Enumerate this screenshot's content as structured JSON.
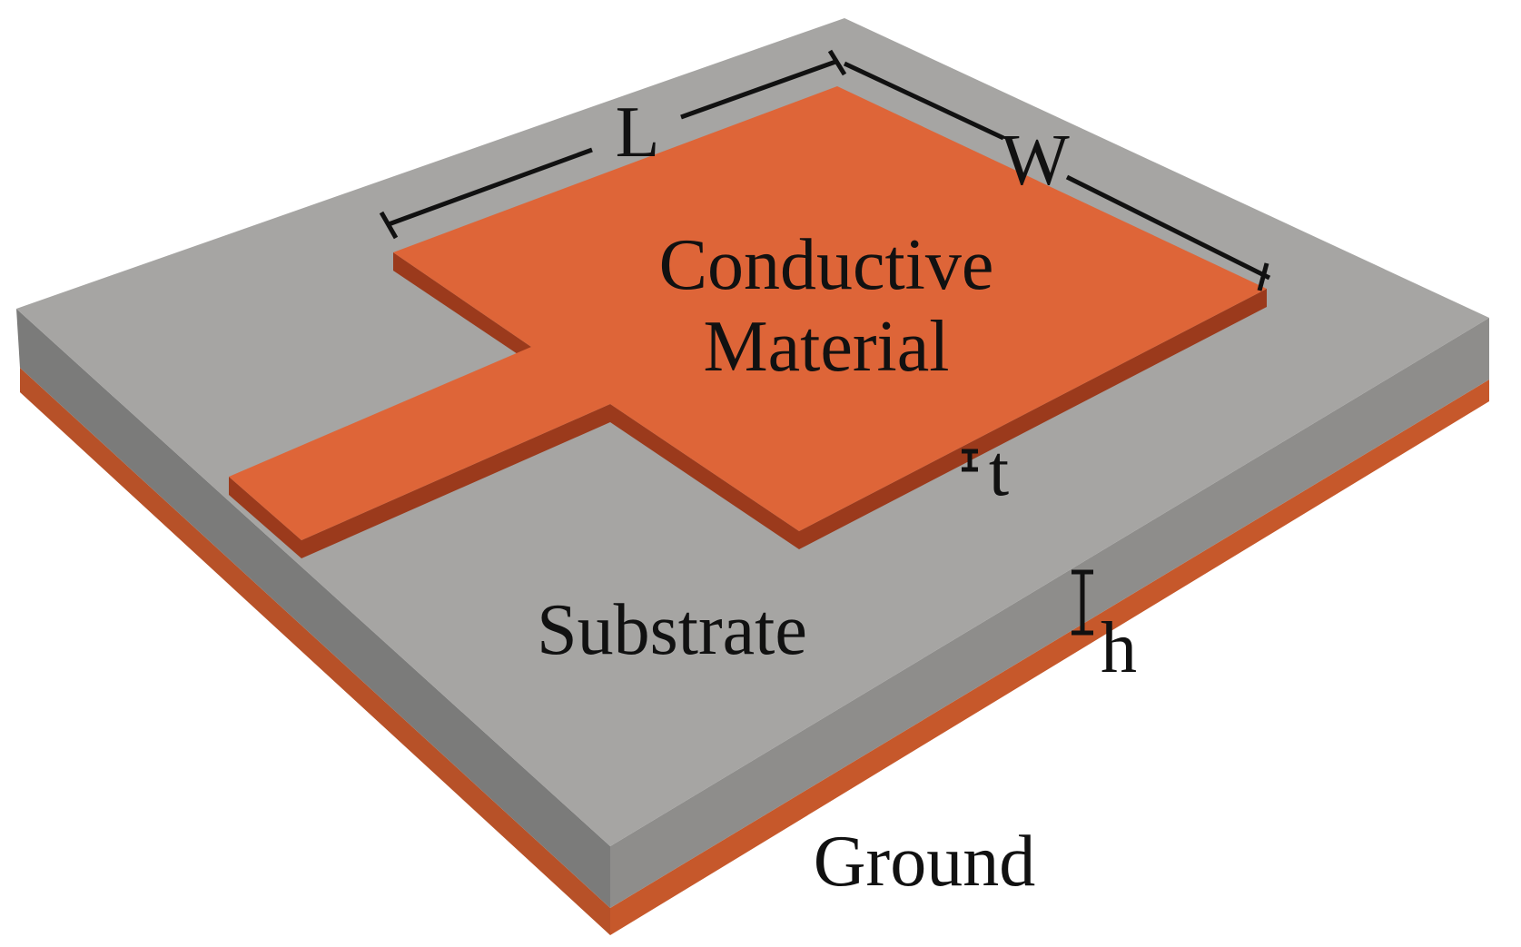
{
  "labels": {
    "conductive_line1": "Conductive",
    "conductive_line2": "Material",
    "substrate": "Substrate",
    "ground": "Ground",
    "length": "L",
    "width": "W",
    "thickness": "t",
    "height": "h"
  },
  "colors": {
    "substrate_top": "#a6a5a3",
    "substrate_side_left": "#7b7b7a",
    "substrate_side_right": "#8e8d8b",
    "conductor_top": "#de6538",
    "conductor_side": "#9b3a1c",
    "ground_left": "#b75128",
    "ground_right": "#c6582b",
    "dimension_line": "#111111"
  }
}
